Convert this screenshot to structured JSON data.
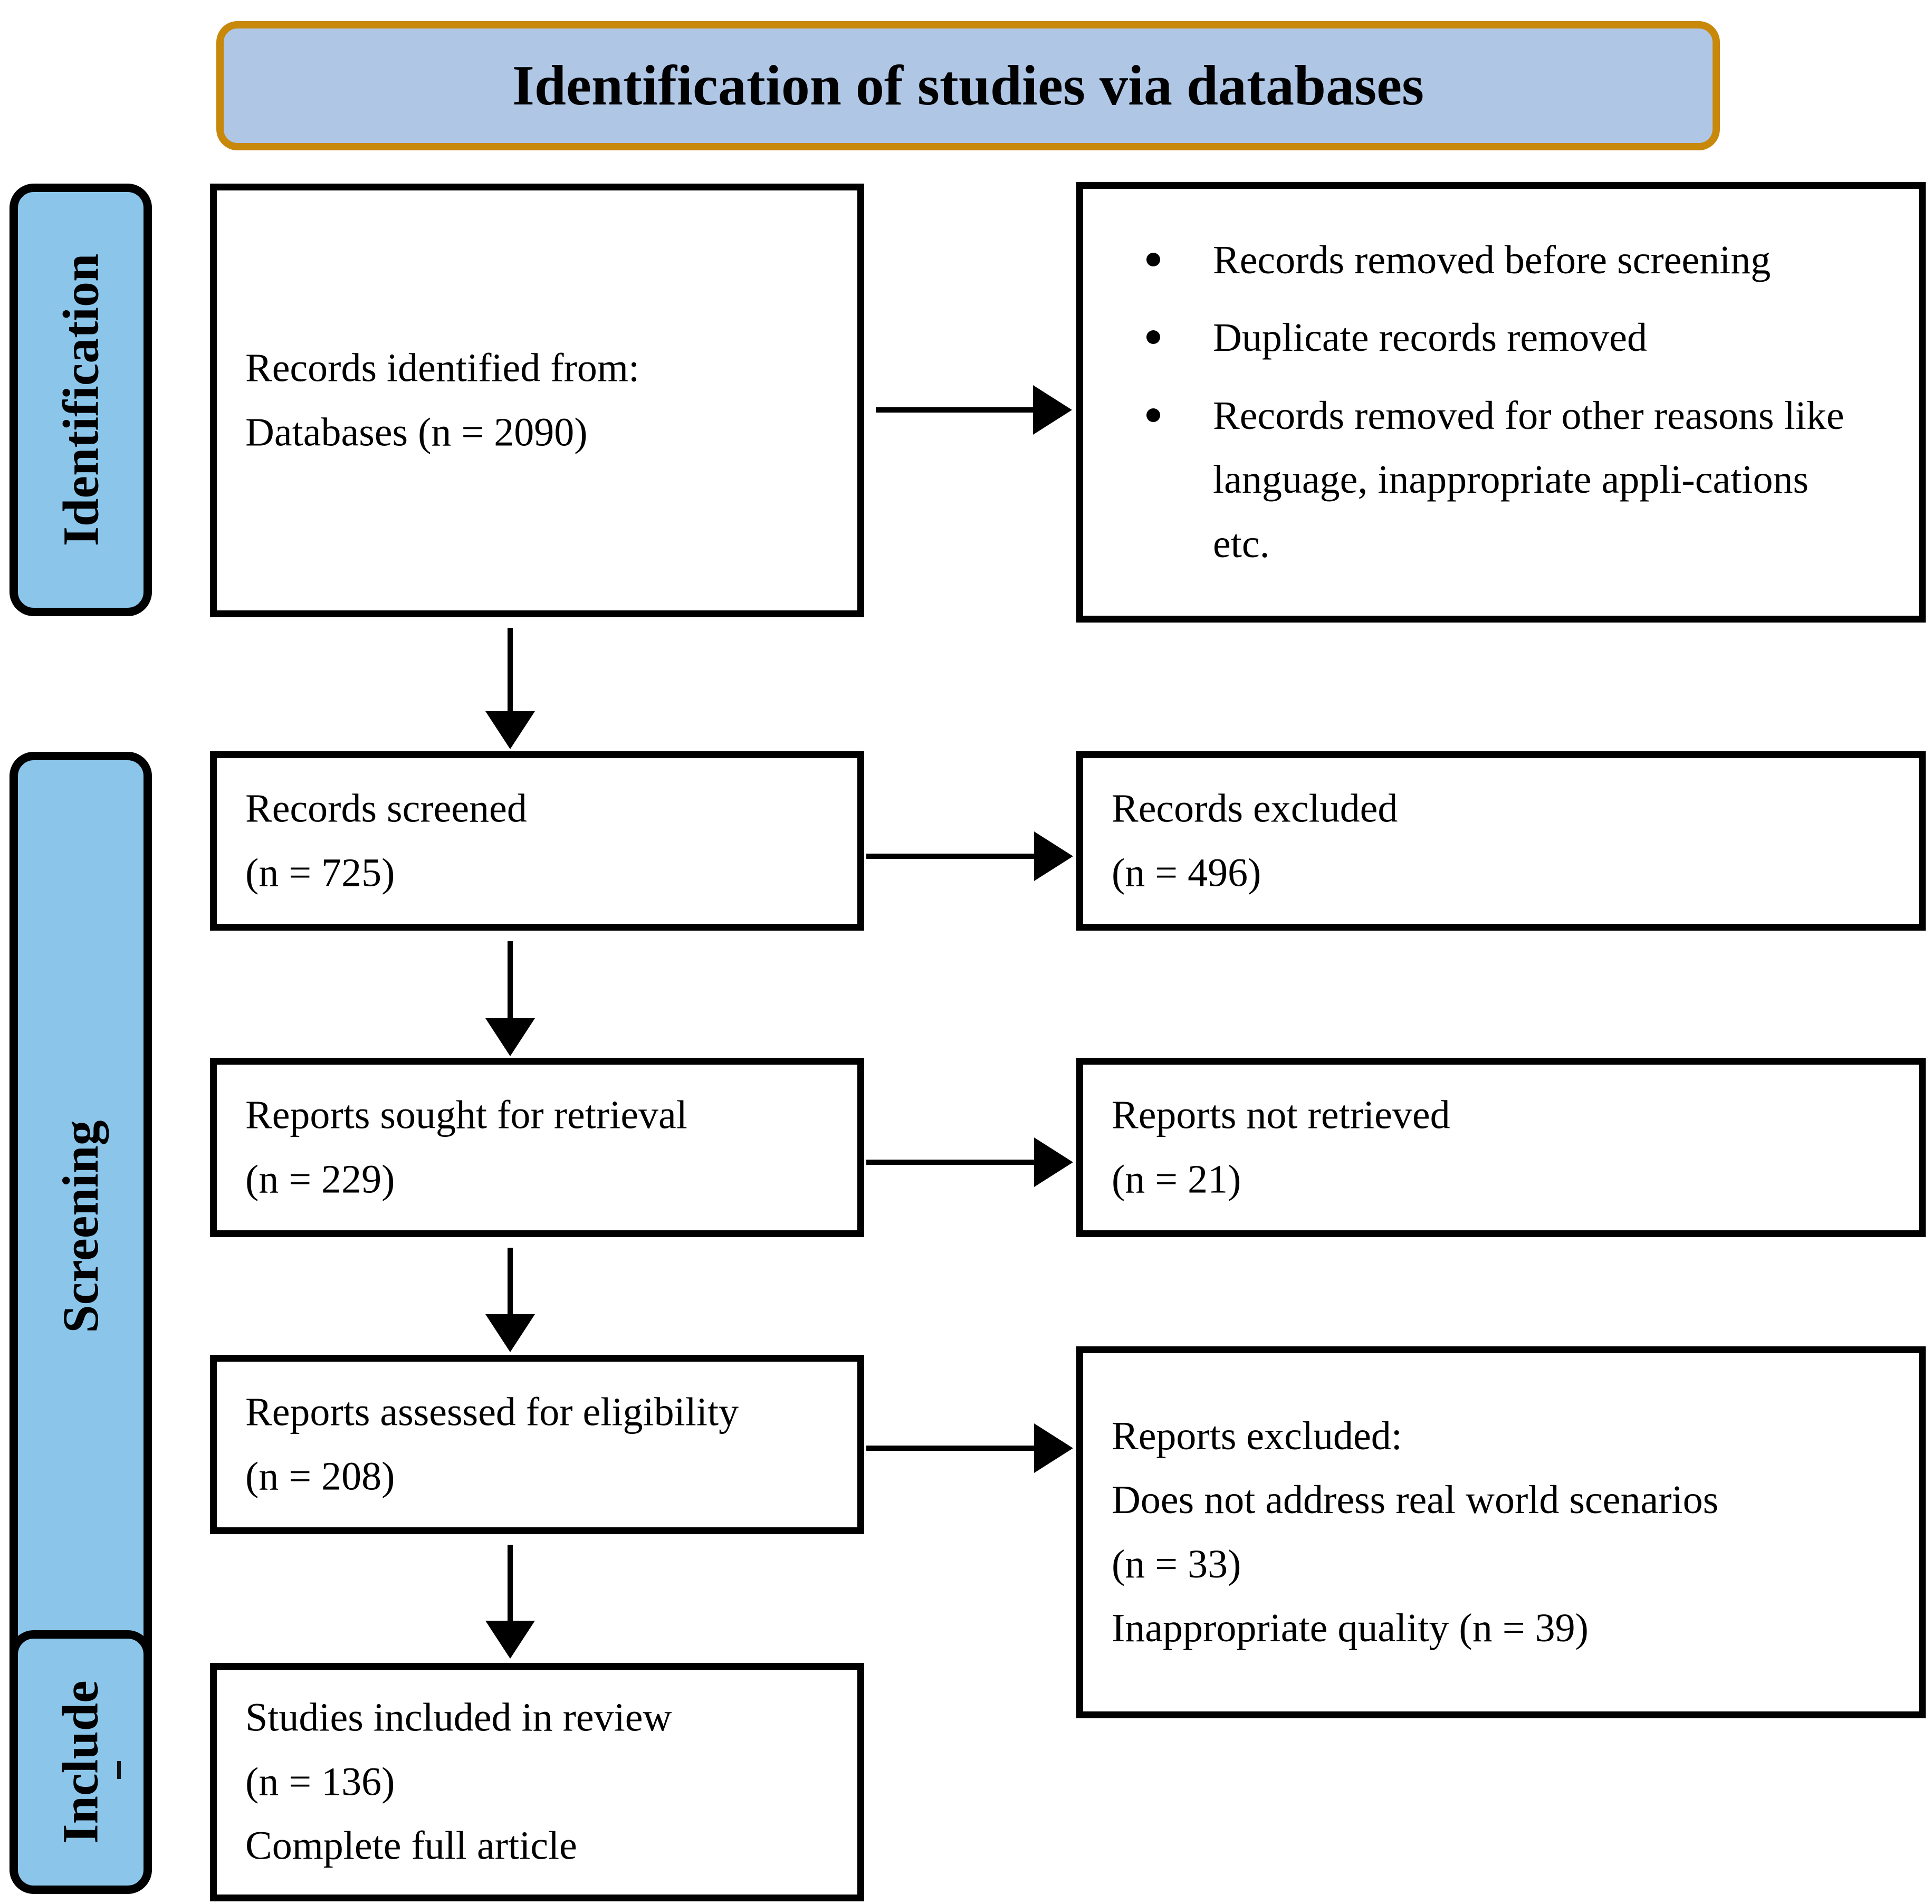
{
  "banner": {
    "title": "Identification of studies via databases",
    "fill_color": "#AFC6E5",
    "border_color": "#C8880A"
  },
  "rails": {
    "fill_color": "#8BC6EA",
    "items": [
      {
        "label": "Identification"
      },
      {
        "label": "Screening"
      },
      {
        "label": "Include"
      }
    ]
  },
  "flow": {
    "identified": {
      "line1": "Records identified from:",
      "line2": "Databases (n = 2090)"
    },
    "removed": {
      "bullets": [
        "Records removed before screening",
        "Duplicate records removed",
        "Records removed for other reasons like language, inappropriate appli-cations etc."
      ]
    },
    "screened": {
      "line1": "Records screened",
      "line2": "(n = 725)"
    },
    "records_excluded": {
      "line1": "Records excluded",
      "line2": "(n = 496)"
    },
    "sought": {
      "line1": "Reports sought for retrieval",
      "line2": "(n = 229)"
    },
    "not_retrieved": {
      "line1": "Reports not retrieved",
      "line2": "(n = 21)"
    },
    "assessed": {
      "line1": "Reports assessed for eligibility",
      "line2": "(n = 208)"
    },
    "reports_excluded": {
      "line1": "Reports excluded:",
      "line2": "Does not address real world scenarios",
      "line3": "(n = 33)",
      "line4": "Inappropriate quality (n = 39)"
    },
    "included": {
      "line1": "Studies included in review",
      "line2": "(n = 136)",
      "line3": "Complete full article"
    }
  },
  "chart_data": {
    "type": "table",
    "title": "Identification of studies via databases",
    "stages": [
      {
        "stage": "Identification",
        "label": "Databases",
        "n": 2090
      },
      {
        "stage": "Screening",
        "label": "Records screened",
        "n": 725
      },
      {
        "stage": "Screening",
        "label": "Records excluded",
        "n": 496
      },
      {
        "stage": "Screening",
        "label": "Reports sought for retrieval",
        "n": 229
      },
      {
        "stage": "Screening",
        "label": "Reports not retrieved",
        "n": 21
      },
      {
        "stage": "Screening",
        "label": "Reports assessed for eligibility",
        "n": 208
      },
      {
        "stage": "Screening",
        "label": "Does not address real world scenarios",
        "n": 33
      },
      {
        "stage": "Screening",
        "label": "Inappropriate quality",
        "n": 39
      },
      {
        "stage": "Include",
        "label": "Studies included in review",
        "n": 136
      }
    ]
  }
}
